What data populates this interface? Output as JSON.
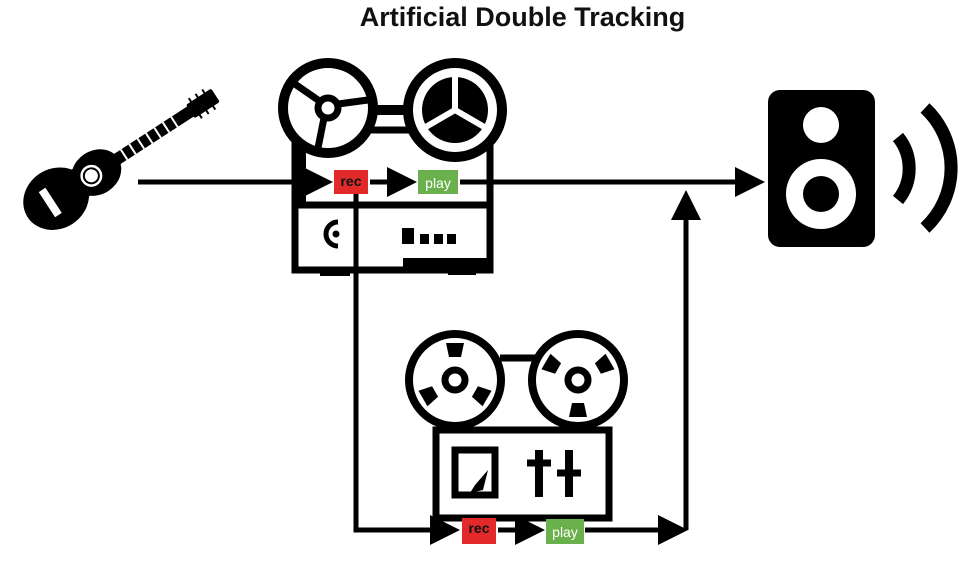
{
  "title": "Artificial Double Tracking",
  "colors": {
    "rec": "#e22a2a",
    "play": "#6ab04c",
    "ink": "#000000",
    "background": "#ffffff"
  },
  "icons": [
    "guitar-icon",
    "tape-machine-icon",
    "reel-to-reel-icon",
    "speaker-icon"
  ],
  "top_machine": {
    "rec_label": "rec",
    "play_label": "play"
  },
  "bottom_machine": {
    "rec_label": "rec",
    "play_label": "play"
  }
}
